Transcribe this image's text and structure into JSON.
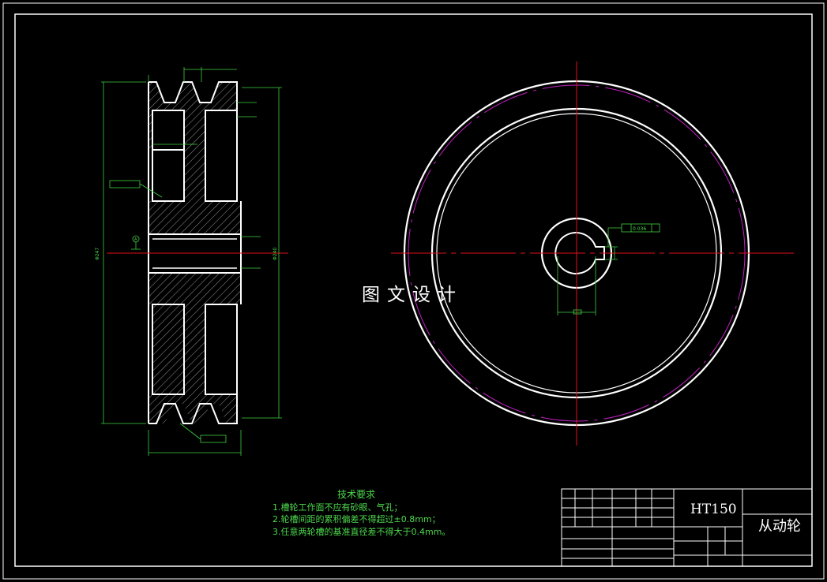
{
  "drawing": {
    "watermark": "图文设计",
    "part_name": "从动轮",
    "material": "HT150"
  },
  "tech_requirements": {
    "heading": "技术要求",
    "items": [
      "1.槽轮工作面不应有砂眼、气孔；",
      "2.轮槽间距的累积偏差不得超过±0.8mm；",
      "3.任意两轮槽的基准直径差不得大于0.4mm。"
    ]
  },
  "dimensions": {
    "outer_dia": "Φ247",
    "datum_dia": "Φ240",
    "tolerance_value": "0.036",
    "datum_ref": "A"
  },
  "colors": {
    "line": "#ffffff",
    "center": "#e0101a",
    "dim": "#3fd03f",
    "hidden": "#c020c0"
  }
}
